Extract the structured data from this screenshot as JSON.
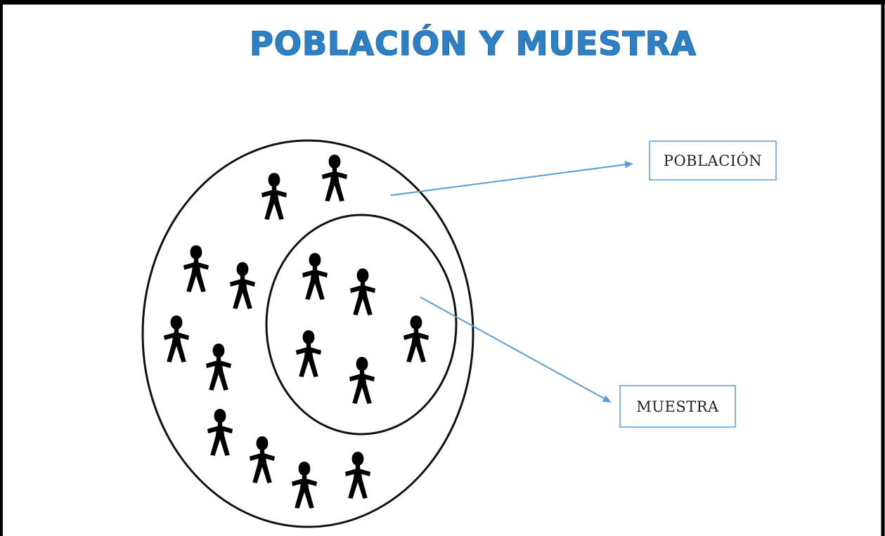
{
  "diagram": {
    "title": "POBLACIÓN Y MUESTRA",
    "labels": {
      "population": "POBLACIÓN",
      "sample": "MUESTRA"
    },
    "colors": {
      "title": "#2e80c4",
      "arrow": "#5b9bd5",
      "label_box_border": "#5b9bd5",
      "circle_stroke": "#111111",
      "frame": "#000000"
    },
    "icons": {
      "person": "person-outline-icon"
    }
  }
}
